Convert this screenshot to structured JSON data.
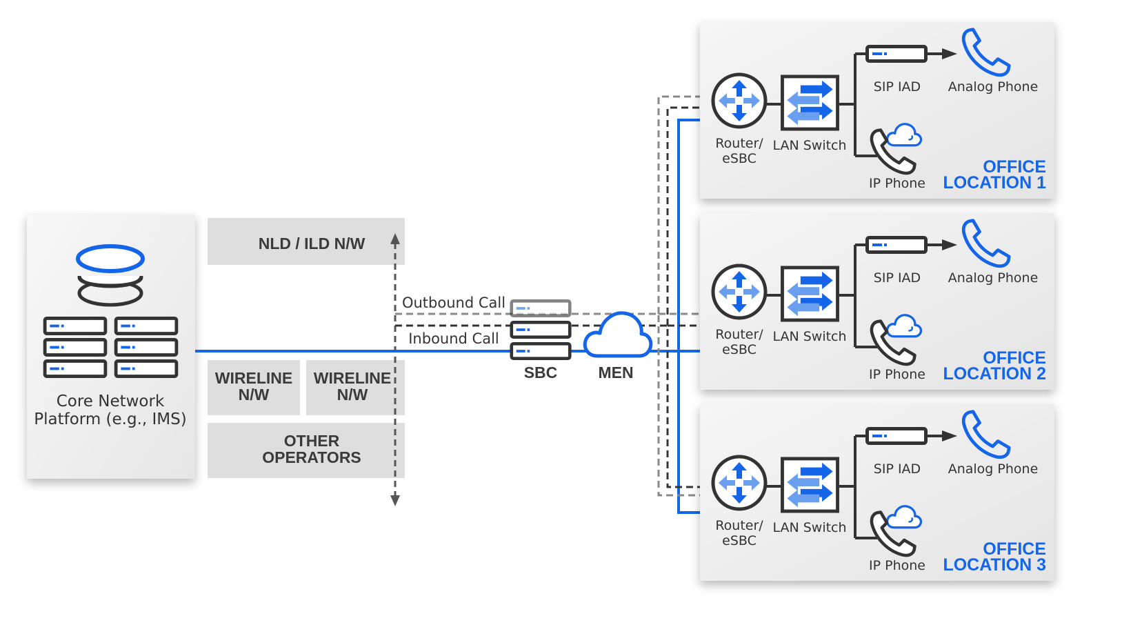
{
  "core_platform": {
    "label_line1": "Core Network",
    "label_line2": "Platform (e.g., IMS)"
  },
  "networks": {
    "nld_ild": "NLD / ILD N/W",
    "wireline_1": [
      "WIRELINE",
      "N/W"
    ],
    "wireline_2": [
      "WIRELINE",
      "N/W"
    ],
    "other_operators": [
      "OTHER",
      "OPERATORS"
    ]
  },
  "call_labels": {
    "outbound": "Outbound Call",
    "inbound": "Inbound Call"
  },
  "nodes": {
    "sbc": "SBC",
    "men": "MEN"
  },
  "office_locations": [
    {
      "title_line1": "OFFICE",
      "title_line2": "LOCATION 1",
      "router": [
        "Router/",
        "eSBC"
      ],
      "lan_switch": "LAN Switch",
      "sip_iad": "SIP IAD",
      "analog_phone": "Analog Phone",
      "ip_phone": "IP Phone"
    },
    {
      "title_line1": "OFFICE",
      "title_line2": "LOCATION 2",
      "router": [
        "Router/",
        "eSBC"
      ],
      "lan_switch": "LAN Switch",
      "sip_iad": "SIP IAD",
      "analog_phone": "Analog Phone",
      "ip_phone": "IP Phone"
    },
    {
      "title_line1": "OFFICE",
      "title_line2": "LOCATION 3",
      "router": [
        "Router/",
        "eSBC"
      ],
      "lan_switch": "LAN Switch",
      "sip_iad": "SIP IAD",
      "analog_phone": "Analog Phone",
      "ip_phone": "IP Phone"
    }
  ],
  "colors": {
    "accent_blue": "#1565e8",
    "dark_line": "#333333",
    "panel_gray": "#e0e0e0",
    "dashed_gray": "#777777"
  }
}
